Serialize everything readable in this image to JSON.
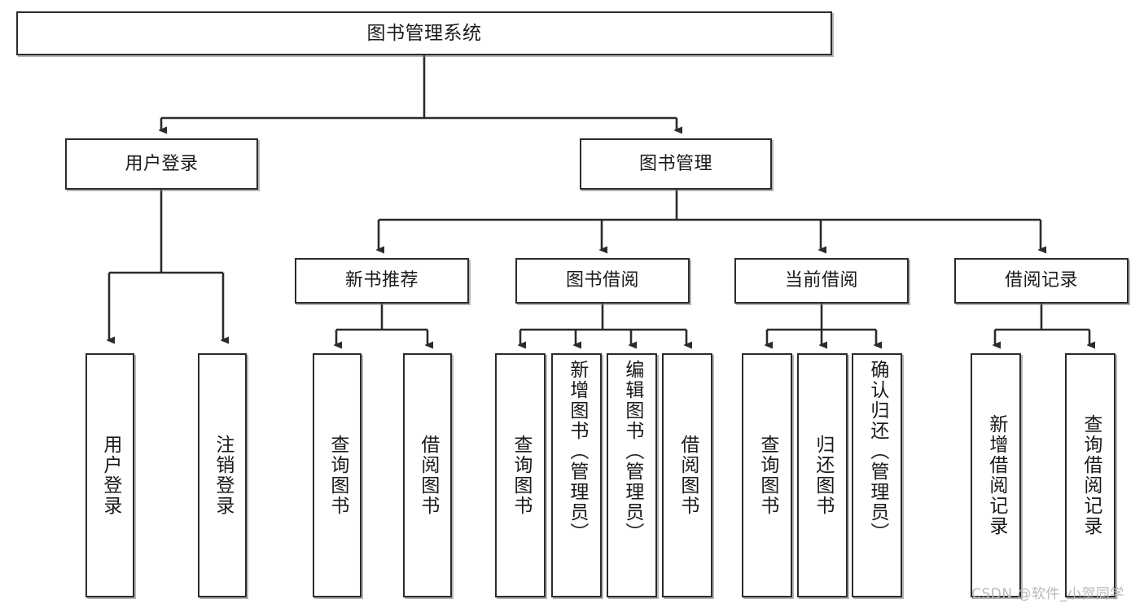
{
  "diagram": {
    "type": "tree-hierarchy",
    "title": "图书管理系统",
    "root": {
      "label": "图书管理系统"
    },
    "level2": [
      {
        "id": "user-login",
        "label": "用户登录"
      },
      {
        "id": "book-management",
        "label": "图书管理"
      }
    ],
    "level3": [
      {
        "id": "new-book-recommend",
        "label": "新书推荐"
      },
      {
        "id": "book-borrow",
        "label": "图书借阅"
      },
      {
        "id": "current-borrow",
        "label": "当前借阅"
      },
      {
        "id": "borrow-record",
        "label": "借阅记录"
      }
    ],
    "leaves": {
      "user_login": [
        {
          "id": "leaf-user-login",
          "label": "用户登录"
        },
        {
          "id": "leaf-logout-login",
          "label": "注销登录"
        }
      ],
      "new_book_recommend": [
        {
          "id": "leaf-query-book-1",
          "label": "查询图书"
        },
        {
          "id": "leaf-borrow-book-1",
          "label": "借阅图书"
        }
      ],
      "book_borrow": [
        {
          "id": "leaf-query-book-2",
          "label": "查询图书"
        },
        {
          "id": "leaf-add-book",
          "label": "新增图书（管理员）"
        },
        {
          "id": "leaf-edit-book",
          "label": "编辑图书（管理员）"
        },
        {
          "id": "leaf-borrow-book-2",
          "label": "借阅图书"
        }
      ],
      "current_borrow": [
        {
          "id": "leaf-query-book-3",
          "label": "查询图书"
        },
        {
          "id": "leaf-return-book",
          "label": "归还图书"
        },
        {
          "id": "leaf-confirm-return",
          "label": "确认归还（管理员）"
        }
      ],
      "borrow_record": [
        {
          "id": "leaf-add-borrow-record",
          "label": "新增借阅记录"
        },
        {
          "id": "leaf-query-borrow-record",
          "label": "查询借阅记录"
        }
      ]
    }
  },
  "watermark": {
    "text": "CSDN @软件_小贺同学"
  },
  "colors": {
    "border": "#2b2b2b",
    "background": "#ffffff",
    "text": "#1a1a1a",
    "wire": "#2b2b2b",
    "watermark": "#b9b9b9"
  }
}
